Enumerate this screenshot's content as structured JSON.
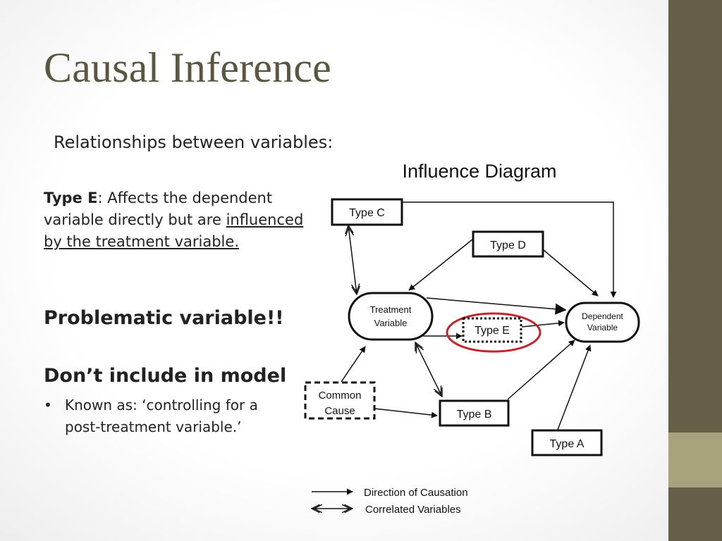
{
  "slide": {
    "title": "Causal Inference",
    "subtitle": "Relationships between variables:",
    "type_e": {
      "term": "Type E",
      "text_plain": ": Affects the dependent variable directly but are ",
      "text_underlined": "influenced by the treatment variable."
    },
    "problematic": "Problematic variable!!",
    "dont_include": "Don’t include in model",
    "bullet": {
      "marker": "•",
      "text": "Known as: ‘controlling for a post-treatment variable.’"
    }
  },
  "diagram": {
    "title": "Influence Diagram",
    "nodes": {
      "type_c": "Type C",
      "type_d": "Type D",
      "treatment_line1": "Treatment",
      "treatment_line2": "Variable",
      "dependent_line1": "Dependent",
      "dependent_line2": "Variable",
      "type_e": "Type E",
      "common_line1": "Common",
      "common_line2": "Cause",
      "type_b": "Type B",
      "type_a": "Type A"
    },
    "legend": {
      "causation": "Direction of Causation",
      "correlated": "Correlated Variables"
    },
    "colors": {
      "highlight": "#c0272d",
      "sidebar": "#665f48",
      "sidebar_accent": "#a8a37c",
      "title": "#5b5640"
    }
  }
}
